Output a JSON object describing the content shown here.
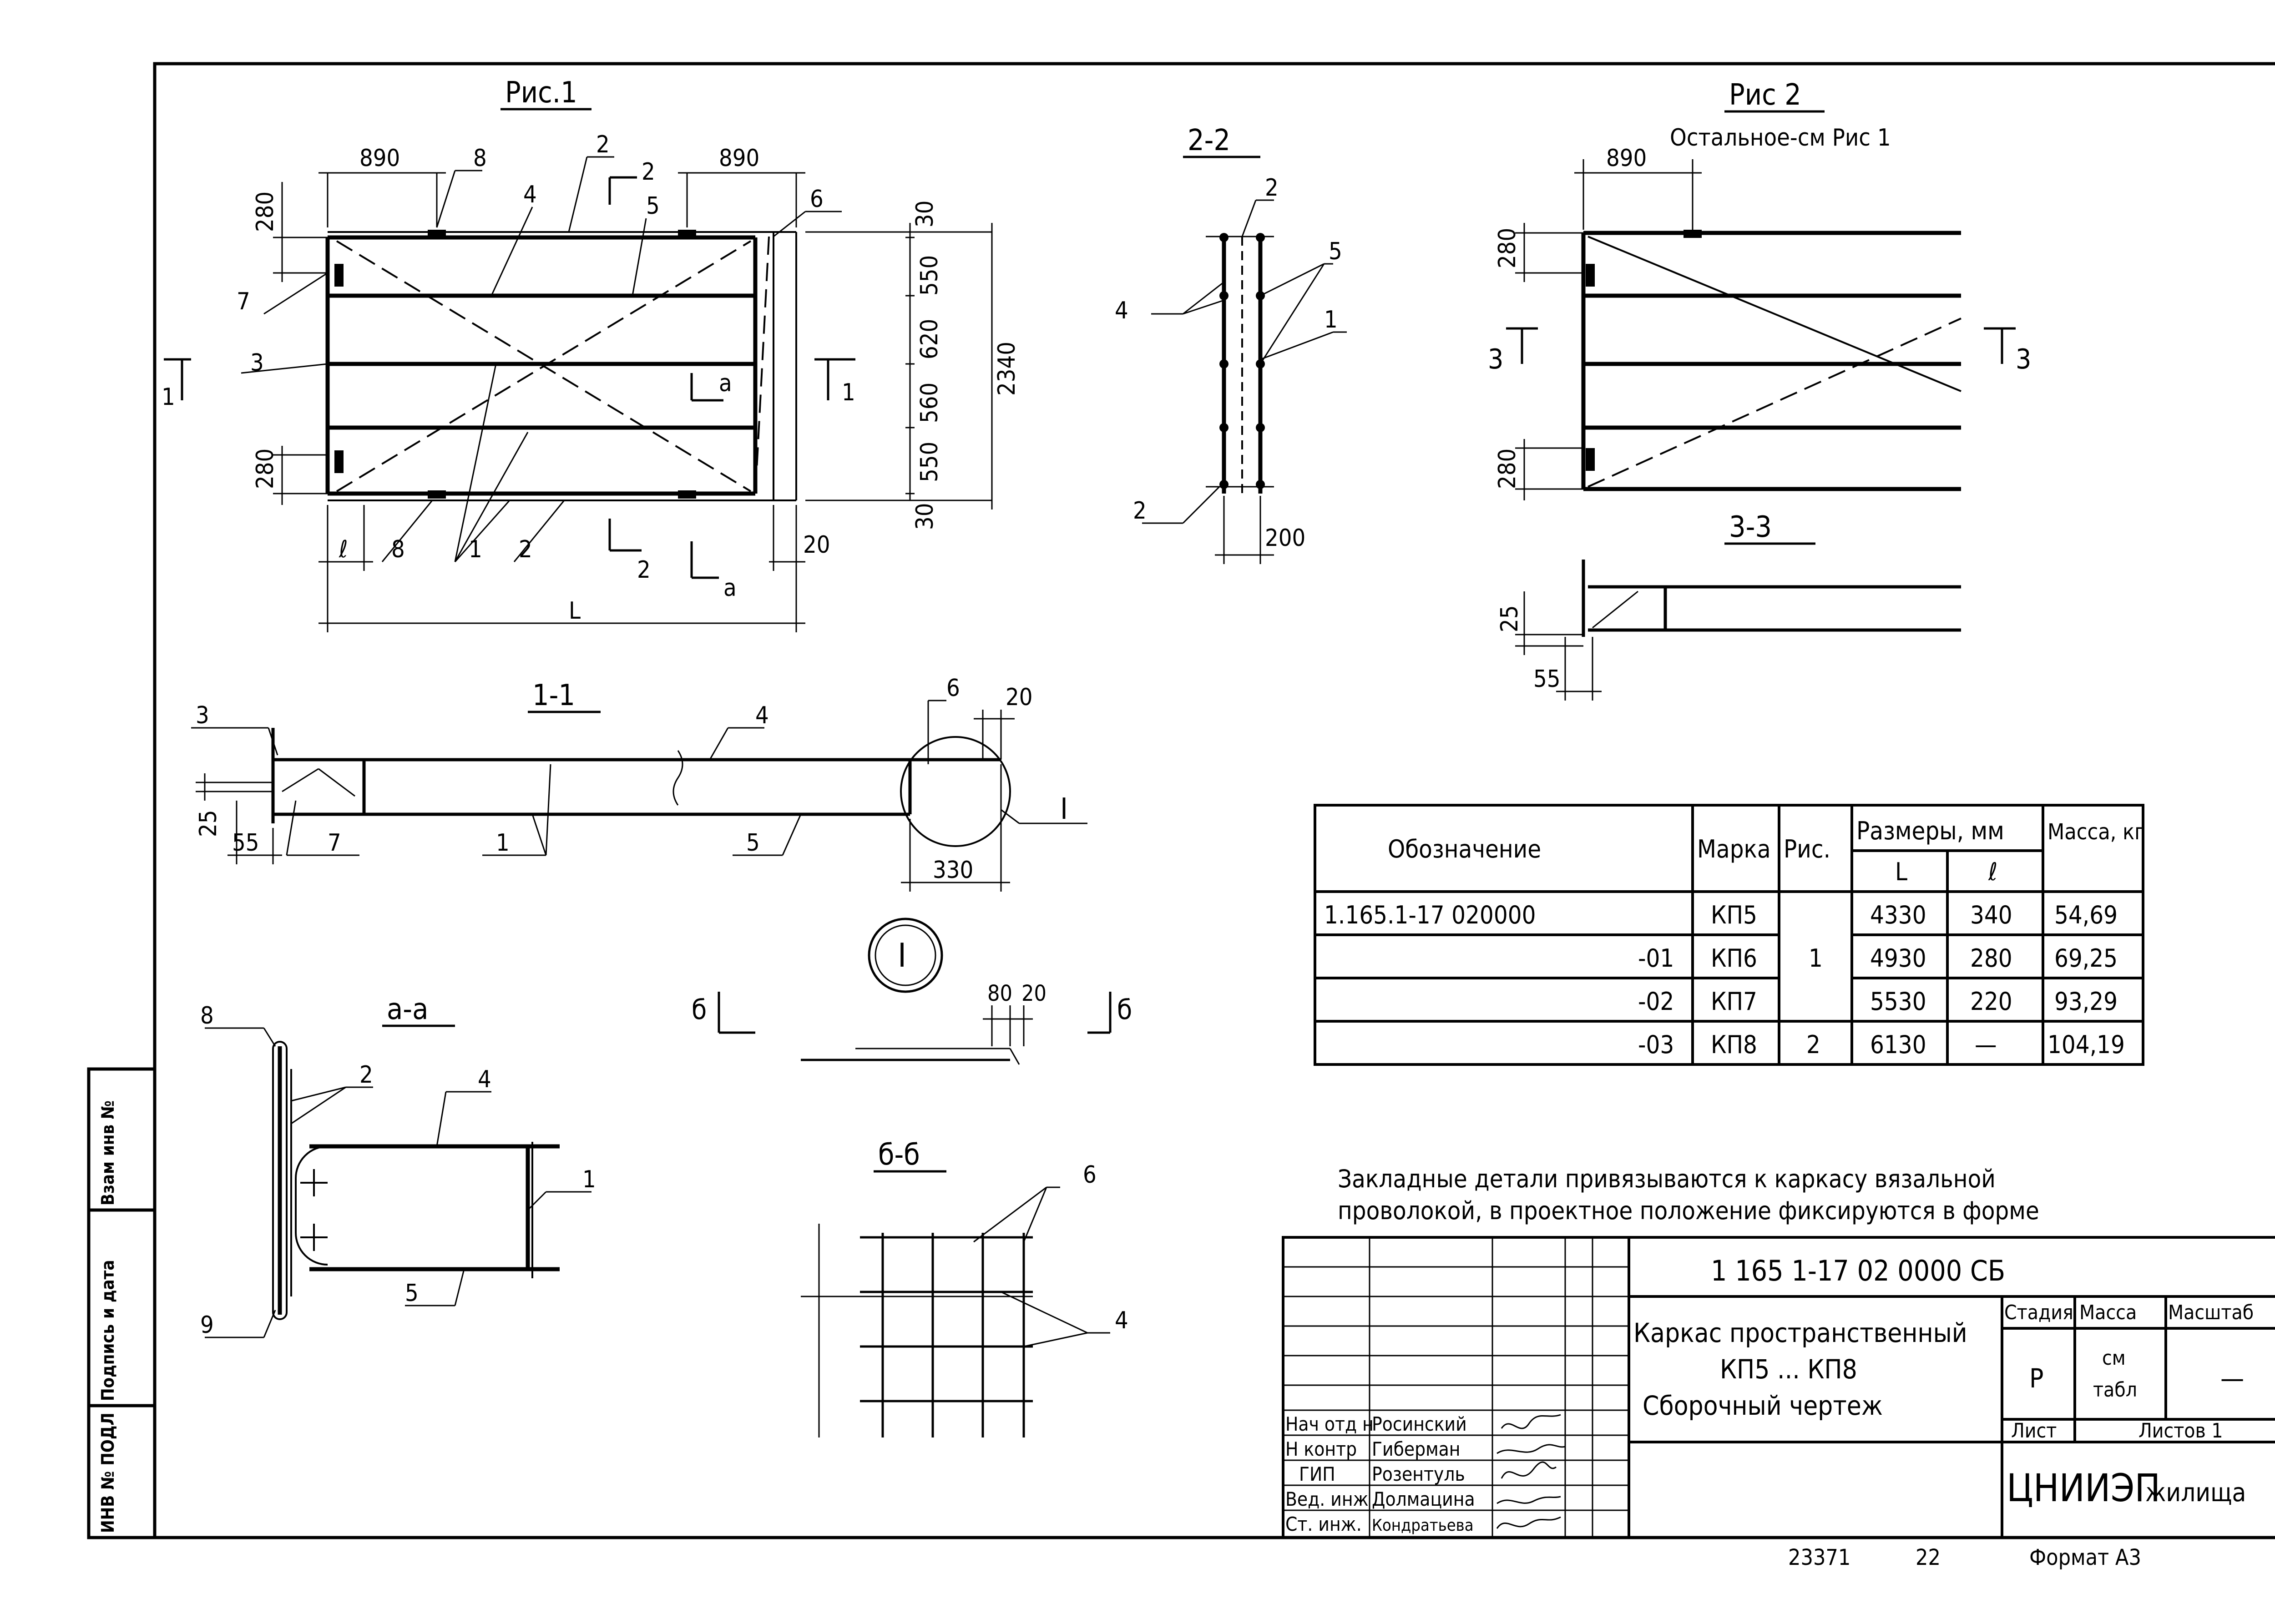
{
  "stamp_side": {
    "inv_podl": "ИНВ № ПОДЛ",
    "podpis_data": "Подпись и дата",
    "vzam_inv": "Взам инв №"
  },
  "fig1": {
    "title": "Рис.1",
    "dims": {
      "d890a": "890",
      "d890b": "890",
      "d280a": "280",
      "d280b": "280",
      "d30a": "30",
      "d550a": "550",
      "d620": "620",
      "d560": "560",
      "d550b": "550",
      "d30b": "30",
      "d2340": "2340",
      "d20": "20",
      "l": "ℓ",
      "L": "L"
    },
    "callouts": {
      "c8a": "8",
      "c2a": "2",
      "c4": "4",
      "c5": "5",
      "c6": "6",
      "c7": "7",
      "c3": "3",
      "c1": "1",
      "c8b": "8",
      "c2b": "2",
      "s2top": "2",
      "s2bot": "2",
      "sa_top": "а",
      "sa_bot": "а",
      "s1L": "1",
      "s1R": "1"
    }
  },
  "sec22": {
    "title": "2-2",
    "c2a": "2",
    "c5": "5",
    "c4": "4",
    "c1": "1",
    "c2b": "2",
    "d200": "200"
  },
  "fig2": {
    "title": "Рис 2",
    "subtitle": "Остальное-см Рис 1",
    "d890": "890",
    "d280a": "280",
    "d280b": "280",
    "s3L": "3",
    "s3R": "3"
  },
  "sec33": {
    "title": "3-3",
    "d25": "25",
    "d55": "55"
  },
  "sec11": {
    "title": "1-1",
    "c3": "3",
    "c4": "4",
    "c6": "6",
    "d20": "20",
    "node": "I",
    "d25": "25",
    "d55": "55",
    "c7": "7",
    "c1": "1",
    "c5": "5",
    "d330": "330"
  },
  "nodeI": {
    "label": "I"
  },
  "secaa": {
    "title": "а-а",
    "c8": "8",
    "c2": "2",
    "c4": "4",
    "c1": "1",
    "c9": "9",
    "c5": "5"
  },
  "viewb": {
    "label_left": "б",
    "label_right": "б",
    "d80": "80",
    "d20": "20"
  },
  "secbb": {
    "title": "б-б",
    "c6": "6",
    "c4": "4"
  },
  "spec_table": {
    "headers": {
      "oboznachenie": "Обозначение",
      "marka": "Марка",
      "ris": "Рис.",
      "razmery": "Размеры, мм",
      "L": "L",
      "l": "ℓ",
      "massa": "Масса, кг"
    },
    "rows": [
      {
        "oboz": "1.165.1-17   020000",
        "marka": "КП5",
        "ris": "",
        "L": "4330",
        "l": "340",
        "massa": "54,69"
      },
      {
        "oboz": "-01",
        "marka": "КП6",
        "ris": "1",
        "L": "4930",
        "l": "280",
        "massa": "69,25"
      },
      {
        "oboz": "-02",
        "marka": "КП7",
        "ris": "",
        "L": "5530",
        "l": "220",
        "massa": "93,29"
      },
      {
        "oboz": "-03",
        "marka": "КП8",
        "ris": "2",
        "L": "6130",
        "l": "—",
        "massa": "104,19"
      }
    ]
  },
  "note": {
    "line1": "Закладные детали привязываются к каркасу вязальной",
    "line2": "проволокой, в проектное положение фиксируются в форме"
  },
  "title_block": {
    "code": "1 165 1-17     02 0000 СБ",
    "name1": "Каркас пространственный",
    "name2": "КП5 ... КП8",
    "name3": "Сборочный чертеж",
    "stadiya_h": "Стадия",
    "massa_h": "Масса",
    "masshtab_h": "Масштаб",
    "stadiya": "Р",
    "massa1": "см",
    "massa2": "табл",
    "masshtab": "—",
    "list": "Лист",
    "listov": "Листов 1",
    "org1": "ЦНИИЭП",
    "org2": "жилища",
    "roles": [
      "Нач отд н",
      "Н контр",
      "ГИП",
      "Вед. инж",
      "Ст. инж."
    ],
    "names": [
      "Росинский",
      "Гиберман",
      "Розентуль",
      "Долмацина",
      "Кондратьева"
    ]
  },
  "footer": {
    "num": "23371",
    "page": "22",
    "format": "Формат А3"
  }
}
